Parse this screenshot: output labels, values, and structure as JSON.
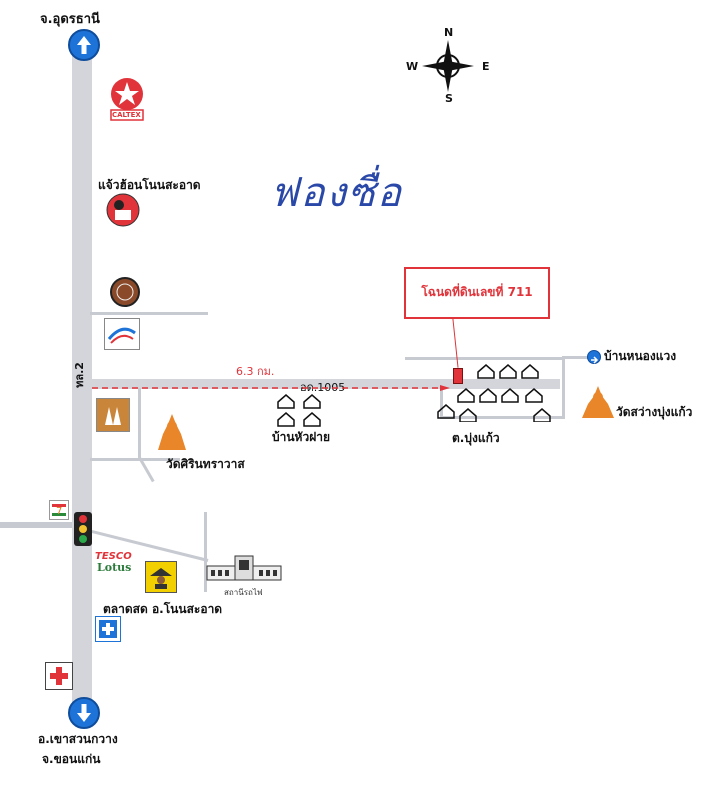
{
  "map": {
    "north_destination": "จ.อุดรธานี",
    "south_destination_line1": "อ.เขาสวนกวาง",
    "south_destination_line2": "จ.ขอนแก่น",
    "highway_label": "ทล.2",
    "secondary_road_label": "อด.1005",
    "distance_label": "6.3 กม.",
    "target_label": "โฉนดที่ดินเลขที่ 711",
    "handwritten_note": "ฟองซื่อ",
    "places": {
      "caltex": "CALTEX",
      "restaurant": "แจ้วฮ้อนโนนสะอาด",
      "village_west": "บ้านหัวฝาย",
      "temple_west": "วัดศิรินทราวาส",
      "village_east": "ต.บุ่งแก้ว",
      "temple_east": "วัดสว่างบุ่งแก้ว",
      "village_northeast": "บ้านหนองแวง",
      "tesco_line1": "TESCO",
      "tesco_line2": "Lotus",
      "market": "ตลาดสด อ.โนนสะอาด",
      "station": "สถานีรถไฟ"
    },
    "compass": {
      "n": "N",
      "s": "S",
      "e": "E",
      "w": "W"
    },
    "colors": {
      "road": "#d3d5db",
      "red": "#e0343a",
      "blue": "#1e73d8",
      "temple_orange": "#e9862a"
    },
    "icons": [
      "north-arrow-icon",
      "south-arrow-icon",
      "caltex-logo",
      "restaurant-logo",
      "emblem-logo",
      "blue-logo",
      "school-logo",
      "temple-icon",
      "seven-eleven-icon",
      "traffic-light-icon",
      "market-icon",
      "station-icon",
      "hospital-icon",
      "red-cross-icon",
      "house-icon",
      "compass-icon"
    ]
  }
}
